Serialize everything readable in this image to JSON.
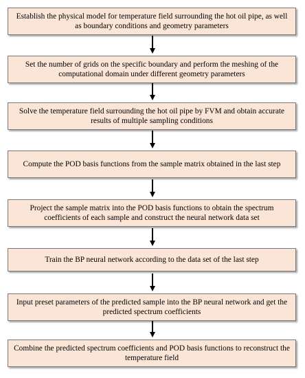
{
  "flowchart": {
    "steps": [
      "Establish the physical model for temperature field surrounding the hot oil pipe, as well as boundary conditions and geometry parameters",
      "Set the number of grids on the specific boundary and perform the meshing of the computational domain under different geometry parameters",
      "Solve the temperature field surrounding the hot oil pipe by FVM and obtain accurate results of multiple sampling conditions",
      "Compute the POD basis functions from the sample matrix obtained in the last step",
      "Project the sample matrix into the POD basis functions to obtain the spectrum coefficients of each sample and construct the neural network data set",
      "Train the BP neural network according to the data set of the last step",
      "Input preset parameters of the predicted sample into the BP neural network and get the predicted spectrum coefficients",
      "Combine the predicted spectrum coefficients and POD basis functions to reconstruct the temperature field"
    ],
    "colors": {
      "box_fill": "#fbe5d6",
      "box_border": "#7a7a7a",
      "arrow": "#000000"
    }
  }
}
